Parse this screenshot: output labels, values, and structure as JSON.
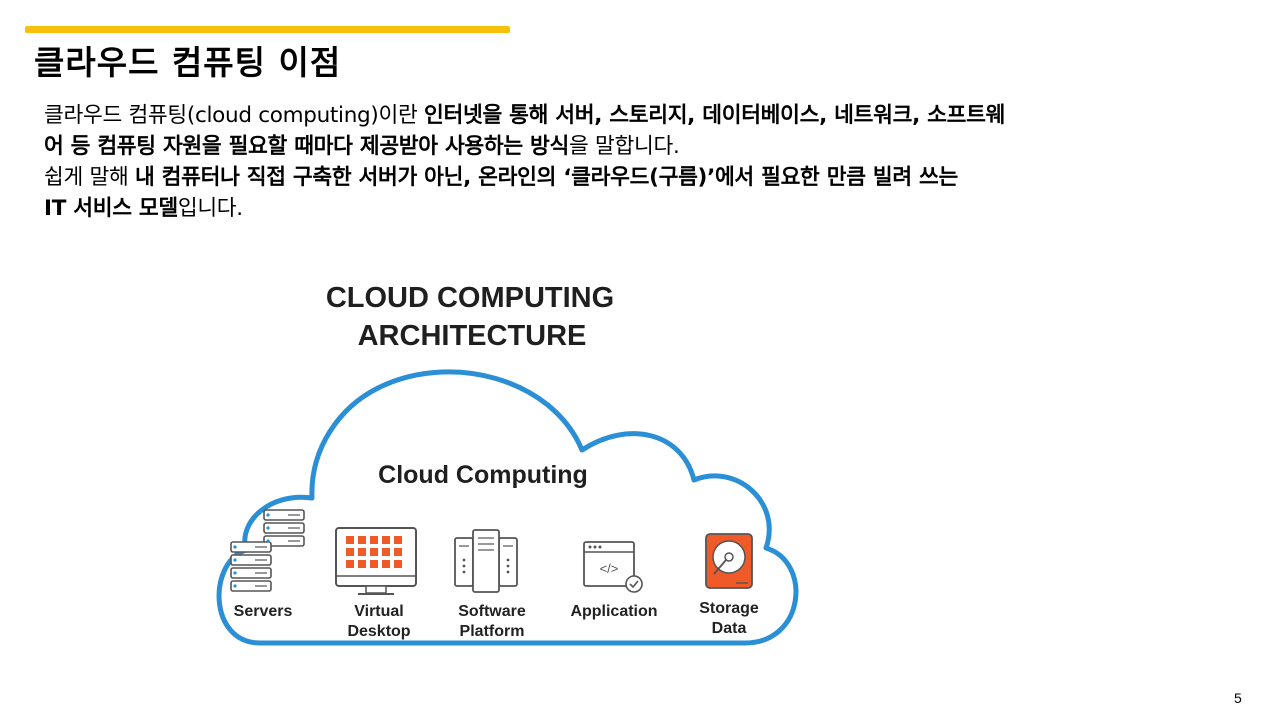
{
  "slide": {
    "title": "클라우드 컴퓨팅 이점",
    "page_number": "5",
    "accent_color": "#f7c10a"
  },
  "body": {
    "p1_normal": "클라우드 컴퓨팅(cloud computing)이란 ",
    "p1_bold_a": "인터넷을 통해 서버, 스토리지, 데이터베이스, 네트워크, 소프트웨",
    "p1_bold_b": "어 등 컴퓨팅 자원을 필요할 때마다 제공받아 사용하는 방식",
    "p1_end": "을 말합니다.",
    "p2_normal": "쉽게 말해 ",
    "p2_bold_a": "내 컴퓨터나 직접 구축한 서버가 아닌, 온라인의 ‘클라우드(구름)’에서 필요한 만큼 빌려 쓰는",
    "p2_bold_b": "IT 서비스 모델",
    "p2_end": "입니다."
  },
  "diagram": {
    "heading_line1": "CLOUD COMPUTING",
    "heading_line2": "ARCHITECTURE",
    "cloud_label": "Cloud Computing",
    "cloud_outline_color": "#2b8fd6",
    "icon_accent_color": "#f05a28",
    "items": [
      {
        "icon": "servers-icon",
        "label_line1": "Servers",
        "label_line2": ""
      },
      {
        "icon": "monitor-icon",
        "label_line1": "Virtual",
        "label_line2": "Desktop"
      },
      {
        "icon": "software-platform-icon",
        "label_line1": "Software",
        "label_line2": "Platform"
      },
      {
        "icon": "application-window-icon",
        "label_line1": "Application",
        "label_line2": ""
      },
      {
        "icon": "hard-drive-icon",
        "label_line1": "Storage",
        "label_line2": "Data"
      }
    ]
  }
}
